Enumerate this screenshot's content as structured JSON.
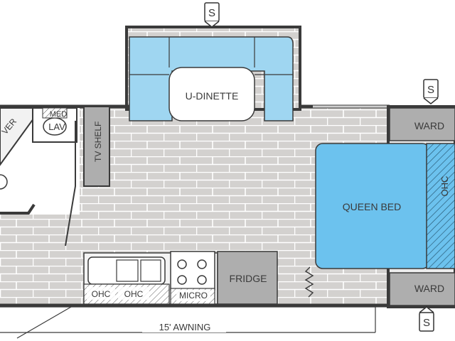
{
  "floorplan": {
    "slide_marker": "S",
    "rooms": {
      "dinette": "U-DINETTE",
      "bed": "QUEEN BED",
      "fridge": "FRIDGE",
      "micro": "MICRO",
      "tv_shelf": "TV SHELF",
      "med": "MED",
      "lav": "LAV",
      "shower_partial": "VER",
      "ward_top": "WARD",
      "ward_bottom": "WARD",
      "ohc_bed": "OHC",
      "ohc_left": "OHC",
      "ohc_right": "OHC"
    },
    "awning": "15' AWNING"
  },
  "colors": {
    "floor": "#d3d1cf",
    "floor_lines": "#ffffff",
    "wall": "#3a3a3a",
    "bed_blue": "#6cc2ee",
    "dinette_blue": "#9fd6f1",
    "ward_gray": "#aeaeae",
    "cabinet_gray": "#dadada"
  }
}
